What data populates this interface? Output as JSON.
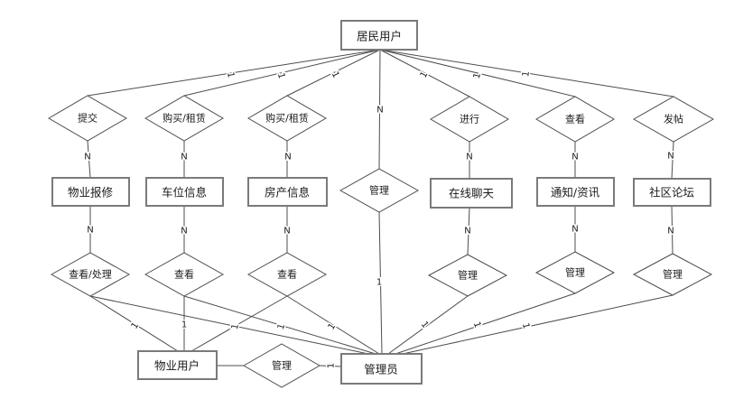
{
  "page": {
    "background": "#ffffff",
    "line_color": "#4d4d4d",
    "box_border_color": "#7a7a7a",
    "text_color": "#1a1a1a"
  },
  "diagram": {
    "type": "entity-relationship",
    "entities": [
      {
        "id": "resident-user",
        "label": "居民用户"
      },
      {
        "id": "property-repair",
        "label": "物业报修"
      },
      {
        "id": "parking-info",
        "label": "车位信息"
      },
      {
        "id": "housing-info",
        "label": "房产信息"
      },
      {
        "id": "online-chat",
        "label": "在线聊天"
      },
      {
        "id": "notice-news",
        "label": "通知/资讯"
      },
      {
        "id": "community-forum",
        "label": "社区论坛"
      },
      {
        "id": "property-user",
        "label": "物业用户"
      },
      {
        "id": "administrator",
        "label": "管理员"
      }
    ],
    "relationships": [
      {
        "id": "submit",
        "label": "提交"
      },
      {
        "id": "buy-rent-parking",
        "label": "购买/租赁"
      },
      {
        "id": "buy-rent-housing",
        "label": "购买/租赁"
      },
      {
        "id": "manage-center",
        "label": "管理"
      },
      {
        "id": "conduct",
        "label": "进行"
      },
      {
        "id": "view-notice",
        "label": "查看"
      },
      {
        "id": "post",
        "label": "发帖"
      },
      {
        "id": "view-handle",
        "label": "查看/处理"
      },
      {
        "id": "view-parking",
        "label": "查看"
      },
      {
        "id": "view-housing",
        "label": "查看"
      },
      {
        "id": "manage-chat",
        "label": "管理"
      },
      {
        "id": "manage-notice",
        "label": "管理"
      },
      {
        "id": "manage-forum",
        "label": "管理"
      },
      {
        "id": "manage-bottom",
        "label": "管理"
      }
    ],
    "edges": [
      {
        "from": "resident-user",
        "to": "submit",
        "cardinality": "1"
      },
      {
        "from": "resident-user",
        "to": "buy-rent-parking",
        "cardinality": "1"
      },
      {
        "from": "resident-user",
        "to": "buy-rent-housing",
        "cardinality": "1"
      },
      {
        "from": "resident-user",
        "to": "manage-center",
        "cardinality": "N"
      },
      {
        "from": "resident-user",
        "to": "conduct",
        "cardinality": "1"
      },
      {
        "from": "resident-user",
        "to": "view-notice",
        "cardinality": "1"
      },
      {
        "from": "resident-user",
        "to": "post",
        "cardinality": "1"
      },
      {
        "from": "submit",
        "to": "property-repair",
        "cardinality": "N"
      },
      {
        "from": "buy-rent-parking",
        "to": "parking-info",
        "cardinality": "N"
      },
      {
        "from": "buy-rent-housing",
        "to": "housing-info",
        "cardinality": "N"
      },
      {
        "from": "conduct",
        "to": "online-chat",
        "cardinality": "N"
      },
      {
        "from": "view-notice",
        "to": "notice-news",
        "cardinality": "N"
      },
      {
        "from": "post",
        "to": "community-forum",
        "cardinality": "N"
      },
      {
        "from": "property-repair",
        "to": "view-handle",
        "cardinality": "N"
      },
      {
        "from": "parking-info",
        "to": "view-parking",
        "cardinality": "N"
      },
      {
        "from": "housing-info",
        "to": "view-housing",
        "cardinality": "N"
      },
      {
        "from": "online-chat",
        "to": "manage-chat",
        "cardinality": "N"
      },
      {
        "from": "notice-news",
        "to": "manage-notice",
        "cardinality": "N"
      },
      {
        "from": "community-forum",
        "to": "manage-forum",
        "cardinality": "N"
      },
      {
        "from": "manage-center",
        "to": "administrator",
        "cardinality": "1"
      },
      {
        "from": "view-handle",
        "to": "property-user",
        "cardinality": "1"
      },
      {
        "from": "view-parking",
        "to": "property-user",
        "cardinality": "1"
      },
      {
        "from": "view-housing",
        "to": "property-user",
        "cardinality": ""
      },
      {
        "from": "view-handle",
        "to": "administrator",
        "cardinality": "1"
      },
      {
        "from": "view-parking",
        "to": "administrator",
        "cardinality": "1"
      },
      {
        "from": "view-housing",
        "to": "administrator",
        "cardinality": "1"
      },
      {
        "from": "manage-chat",
        "to": "administrator",
        "cardinality": "1"
      },
      {
        "from": "manage-notice",
        "to": "administrator",
        "cardinality": "1"
      },
      {
        "from": "manage-forum",
        "to": "administrator",
        "cardinality": "1"
      },
      {
        "from": "property-user",
        "to": "manage-bottom",
        "cardinality": ""
      },
      {
        "from": "manage-bottom",
        "to": "administrator",
        "cardinality": "1"
      }
    ]
  }
}
